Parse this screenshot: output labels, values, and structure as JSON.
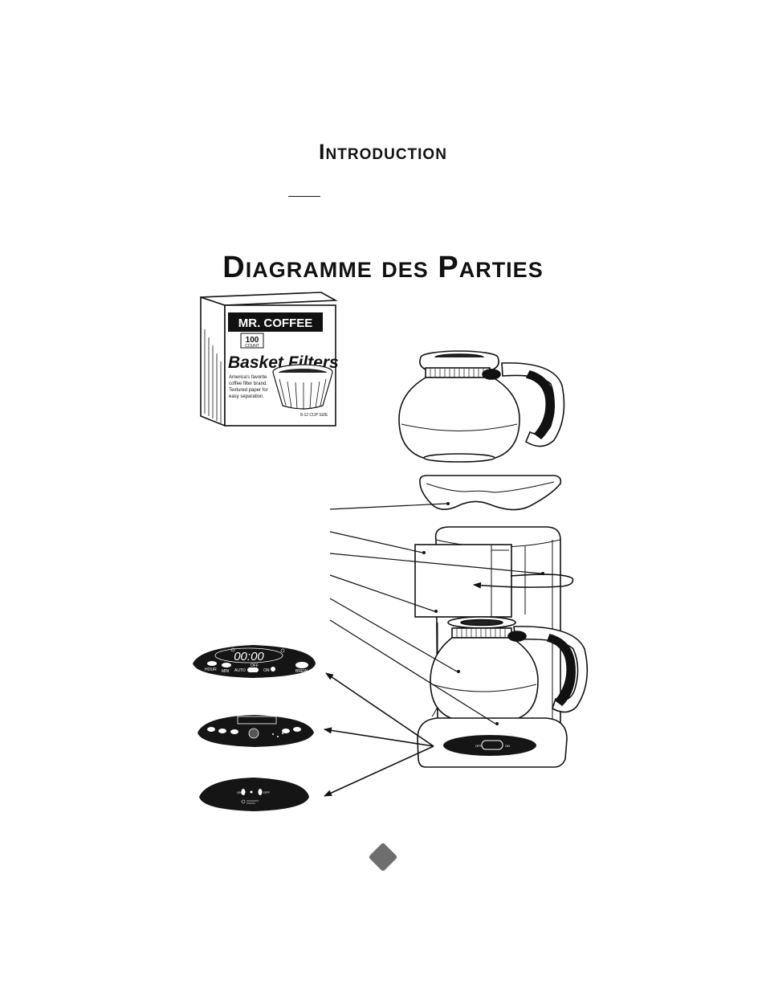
{
  "sections": {
    "intro_title": "Introduction",
    "diagram_title": "Diagramme des Parties"
  },
  "filter_box": {
    "brand": "MR. COFFEE",
    "count": "100",
    "count_unit": "COUNT",
    "product": "Basket Filters",
    "tagline_1": "America's favorite",
    "tagline_2": "coffee filter brand.",
    "tagline_3": "Textured paper for",
    "tagline_4": "easy separation.",
    "size": "8-12 CUP SIZE"
  },
  "panels": {
    "digital": {
      "clock": "00:00",
      "hour": "HOUR",
      "min": "MIN",
      "auto": "AUTO",
      "off": "OFF",
      "on": "ON",
      "brew": "BREW"
    },
    "basic": {
      "on": "ON",
      "off": "OFF"
    },
    "base": {
      "off": "OFF",
      "on": "ON"
    }
  },
  "colors": {
    "ink": "#111111",
    "panel": "#151515",
    "page_marker": "#6e6e6e"
  }
}
